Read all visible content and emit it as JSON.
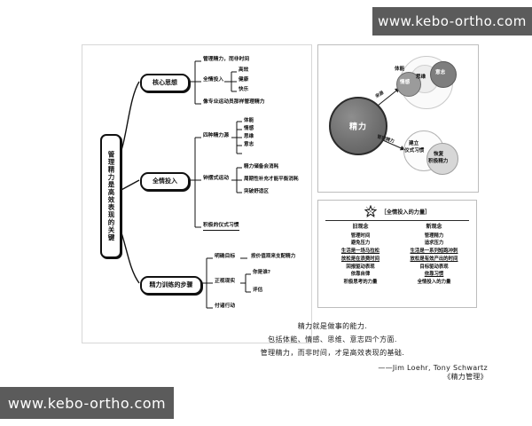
{
  "watermarks": {
    "top": "www.kebo-ortho.com",
    "bottom": "www.kebo-ortho.com"
  },
  "mindmap": {
    "center": "管理精力是高效表现的关键",
    "branches": [
      {
        "node": "核心思想",
        "items": [
          {
            "label": "管理精力，而非时间",
            "children": []
          },
          {
            "label": "全情投入",
            "children": [
              "高效",
              "健康",
              "快乐"
            ]
          },
          {
            "label": "像专业运动员那样管理精力",
            "children": []
          }
        ]
      },
      {
        "node": "全情投入",
        "items": [
          {
            "label": "四种精力源",
            "children": [
              "体能",
              "情感",
              "思维",
              "意志"
            ]
          },
          {
            "label": "钟摆式运动",
            "children": [
              "精力储备会消耗",
              "周期性补充才能平衡消耗",
              "突破舒适区"
            ]
          },
          {
            "label": "积极的仪式习惯",
            "children": []
          }
        ]
      },
      {
        "node": "精力训练的步骤",
        "items": [
          {
            "label": "明确目标",
            "children": [
              "按价值观来支配精力"
            ]
          },
          {
            "label": "正视现实",
            "children": [
              "你是谁?",
              "评估"
            ]
          },
          {
            "label": "付诸行动",
            "children": []
          }
        ]
      }
    ]
  },
  "venn": {
    "core": "精力",
    "arrow_up": "来源",
    "arrow_down": "管理精力",
    "circles": {
      "physical": "体能",
      "thinking": "思维",
      "emotion": "情感",
      "will": "意志",
      "ritual": "建立\n仪式习惯",
      "ritual_line1": "建立",
      "ritual_line2": "仪式习惯",
      "recover_line1": "恢复",
      "recover_line2": "积极精力"
    }
  },
  "comparison": {
    "icon": "star-icon",
    "title": "［全情投入的力量］",
    "headers": [
      "旧观念",
      "新观念"
    ],
    "rows": [
      {
        "old": "管理时间",
        "new": "管理精力",
        "old_underline": false,
        "new_underline": false
      },
      {
        "old": "避免压力",
        "new": "追求压力",
        "old_underline": false,
        "new_underline": false
      },
      {
        "old": "生活是一场马拉松",
        "new": "生活是一系列短跑冲刺",
        "old_underline": true,
        "new_underline": true
      },
      {
        "old": "放松是在浪费时间",
        "new": "放松是有效产出的时间",
        "old_underline": true,
        "new_underline": true
      },
      {
        "old": "回报驱动表现",
        "new": "目标驱动表现",
        "old_underline": false,
        "new_underline": false
      },
      {
        "old": "依靠自律",
        "new": "依靠习惯",
        "old_underline": false,
        "new_underline": true
      },
      {
        "old": "积极思考的力量",
        "new": "全情投入的力量",
        "old_underline": false,
        "new_underline": false
      }
    ]
  },
  "quote": {
    "line1": "精力就是做事的能力.",
    "line2": "包括体能、情感、思维、意志四个方面.",
    "line3": "管理精力，而非时间，才是高效表现的基础.",
    "attrib": "——Jim Loehr, Tony Schwartz",
    "book": "《精力管理》"
  }
}
